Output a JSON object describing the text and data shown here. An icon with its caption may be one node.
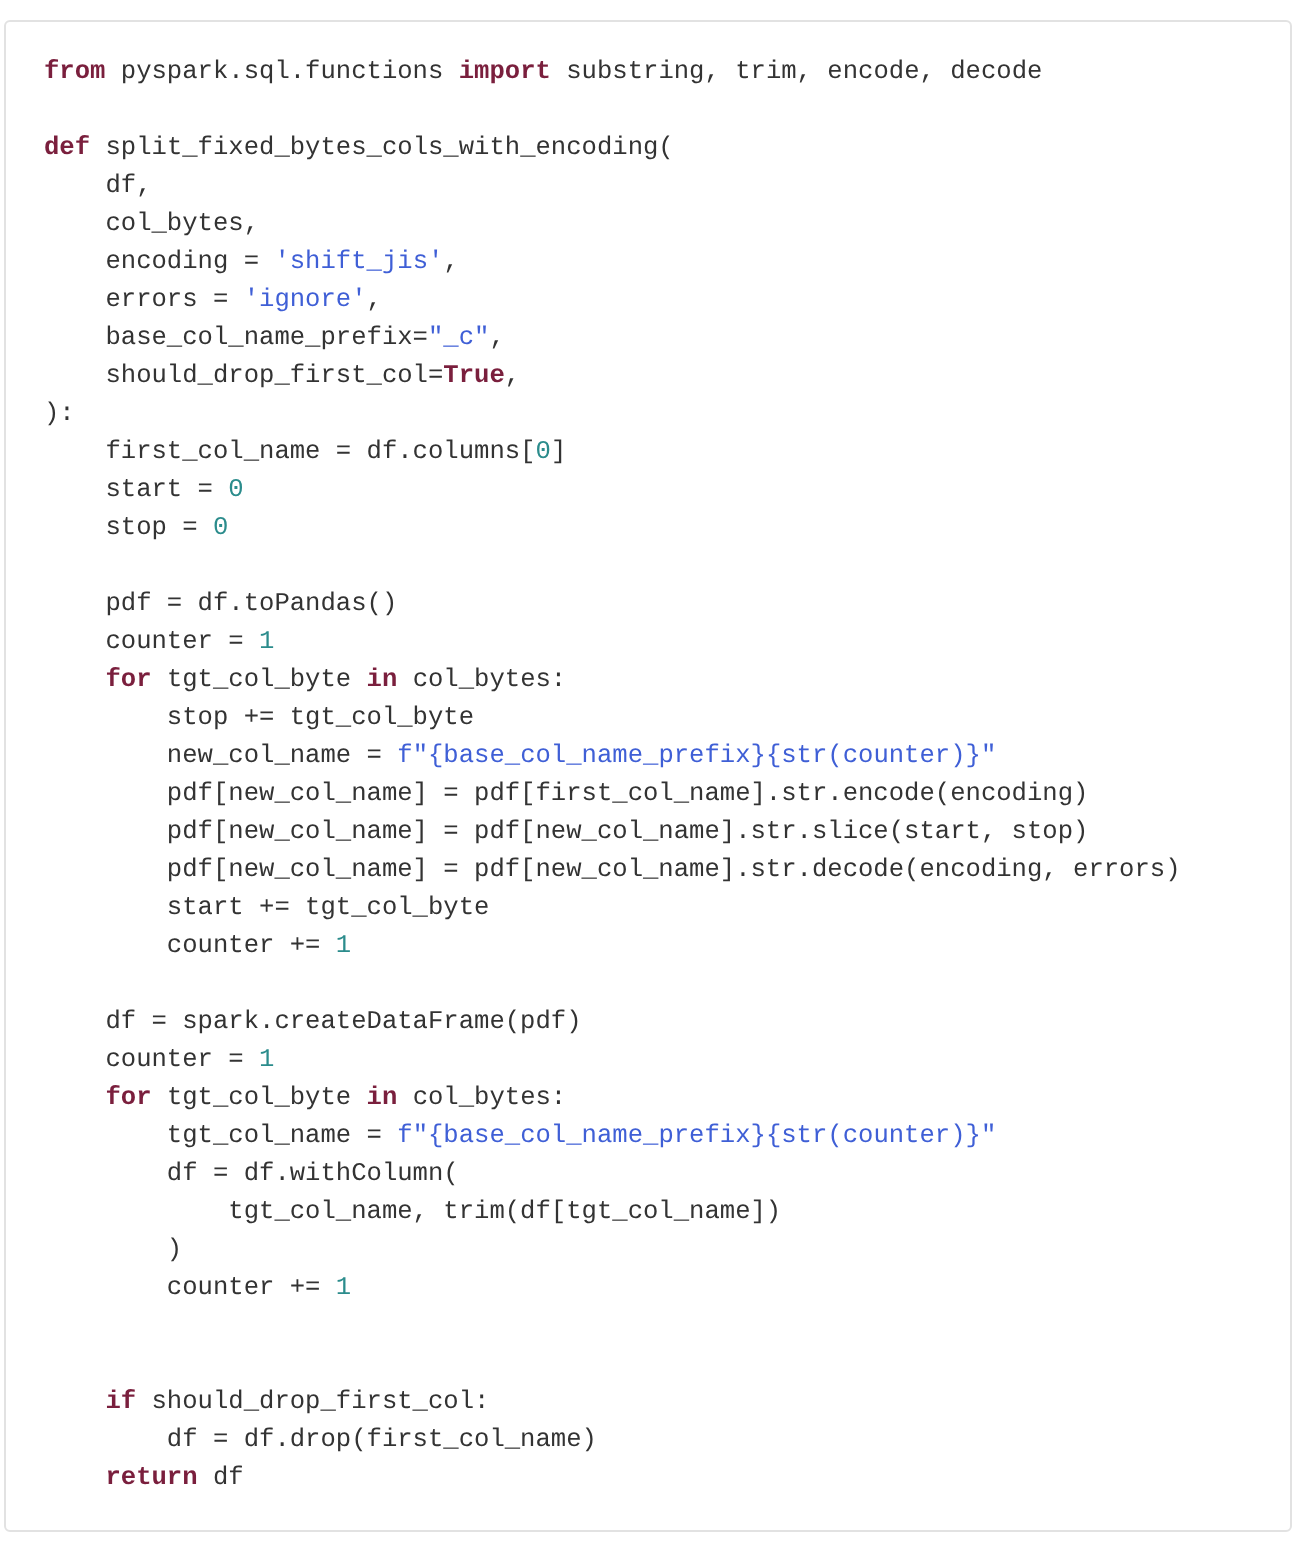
{
  "diagram": {
    "labels": [
      "**from** pyspark.sql.functions **import** substring, trim, encode, decode",
      "**def** split_fixed_bytes_cols_with_encoding(",
      "    df,",
      "    col_bytes,",
      "    encoding = 'shift_jis',",
      "    errors = 'ignore',",
      "    base_col_name_prefix=\"_c\",",
      "    should_drop_first_col=**True**,",
      "):",
      "    first_col_name = df.columns[0]",
      "    start = 0",
      "    stop = 0",
      "    pdf = df.toPandas()",
      "    counter = 1",
      "    **for** tgt_col_byte **in** col_bytes:",
      "        stop += tgt_col_byte",
      "        new_col_name = f\"{base_col_name_prefix}{str(counter)}\"",
      "        pdf[new_col_name] = pdf[first_col_name].str.encode(encoding)",
      "        pdf[new_col_name] = pdf[new_col_name].str.slice(start, stop)",
      "        pdf[new_col_name] = pdf[new_col_name].str.decode(encoding, errors)",
      "        start += tgt_col_byte",
      "        counter += 1",
      "    df = spark.createDataFrame(pdf)",
      "    counter = 1",
      "    **for** tgt_col_byte **in** col_bytes:",
      "        tgt_col_name = f\"{base_col_name_prefix}{str(counter)}\"",
      "        df = df.withColumn(",
      "            tgt_col_name, trim(df[tgt_col_name])",
      "        )",
      "        counter += 1",
      "    **if** should_drop_first_col:",
      "        df = df.drop(first_col_name)",
      "    **return** df"
    ]
  }
}
